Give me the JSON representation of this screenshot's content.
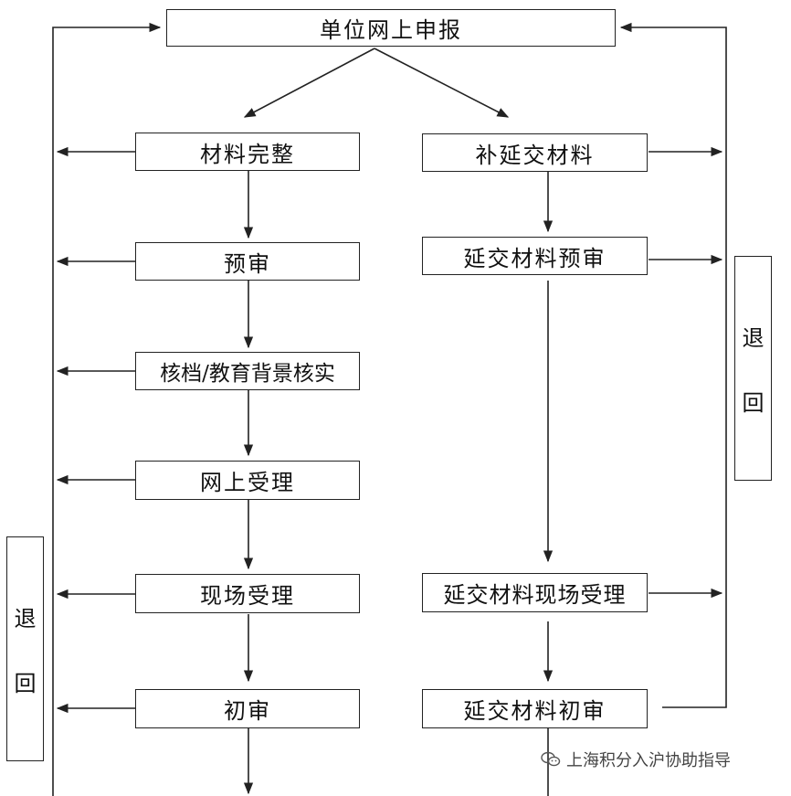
{
  "nodes": {
    "top": "单位网上申报",
    "left": [
      "材料完整",
      "预审",
      "核档/教育背景核实",
      "网上受理",
      "现场受理",
      "初审"
    ],
    "right": [
      "补延交材料",
      "延交材料预审",
      "延交材料现场受理",
      "延交材料初审"
    ]
  },
  "return_boxes": {
    "left": [
      "退",
      "回"
    ],
    "right": [
      "退",
      "回"
    ]
  },
  "watermark": "上海积分入沪协助指导",
  "colors": {
    "line": "#222222",
    "background": "#ffffff"
  }
}
